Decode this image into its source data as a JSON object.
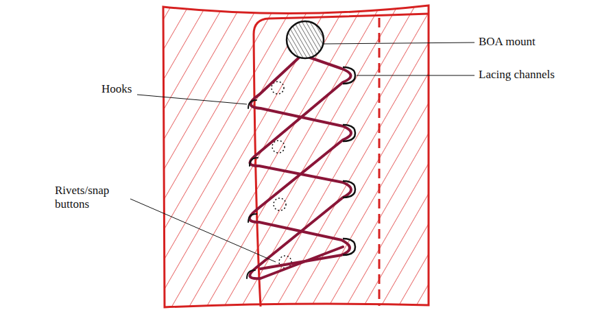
{
  "diagram": {
    "labels": [
      "Hooks",
      "BOA mount",
      "Lacing channels",
      "Rivets/snap buttons"
    ]
  }
}
